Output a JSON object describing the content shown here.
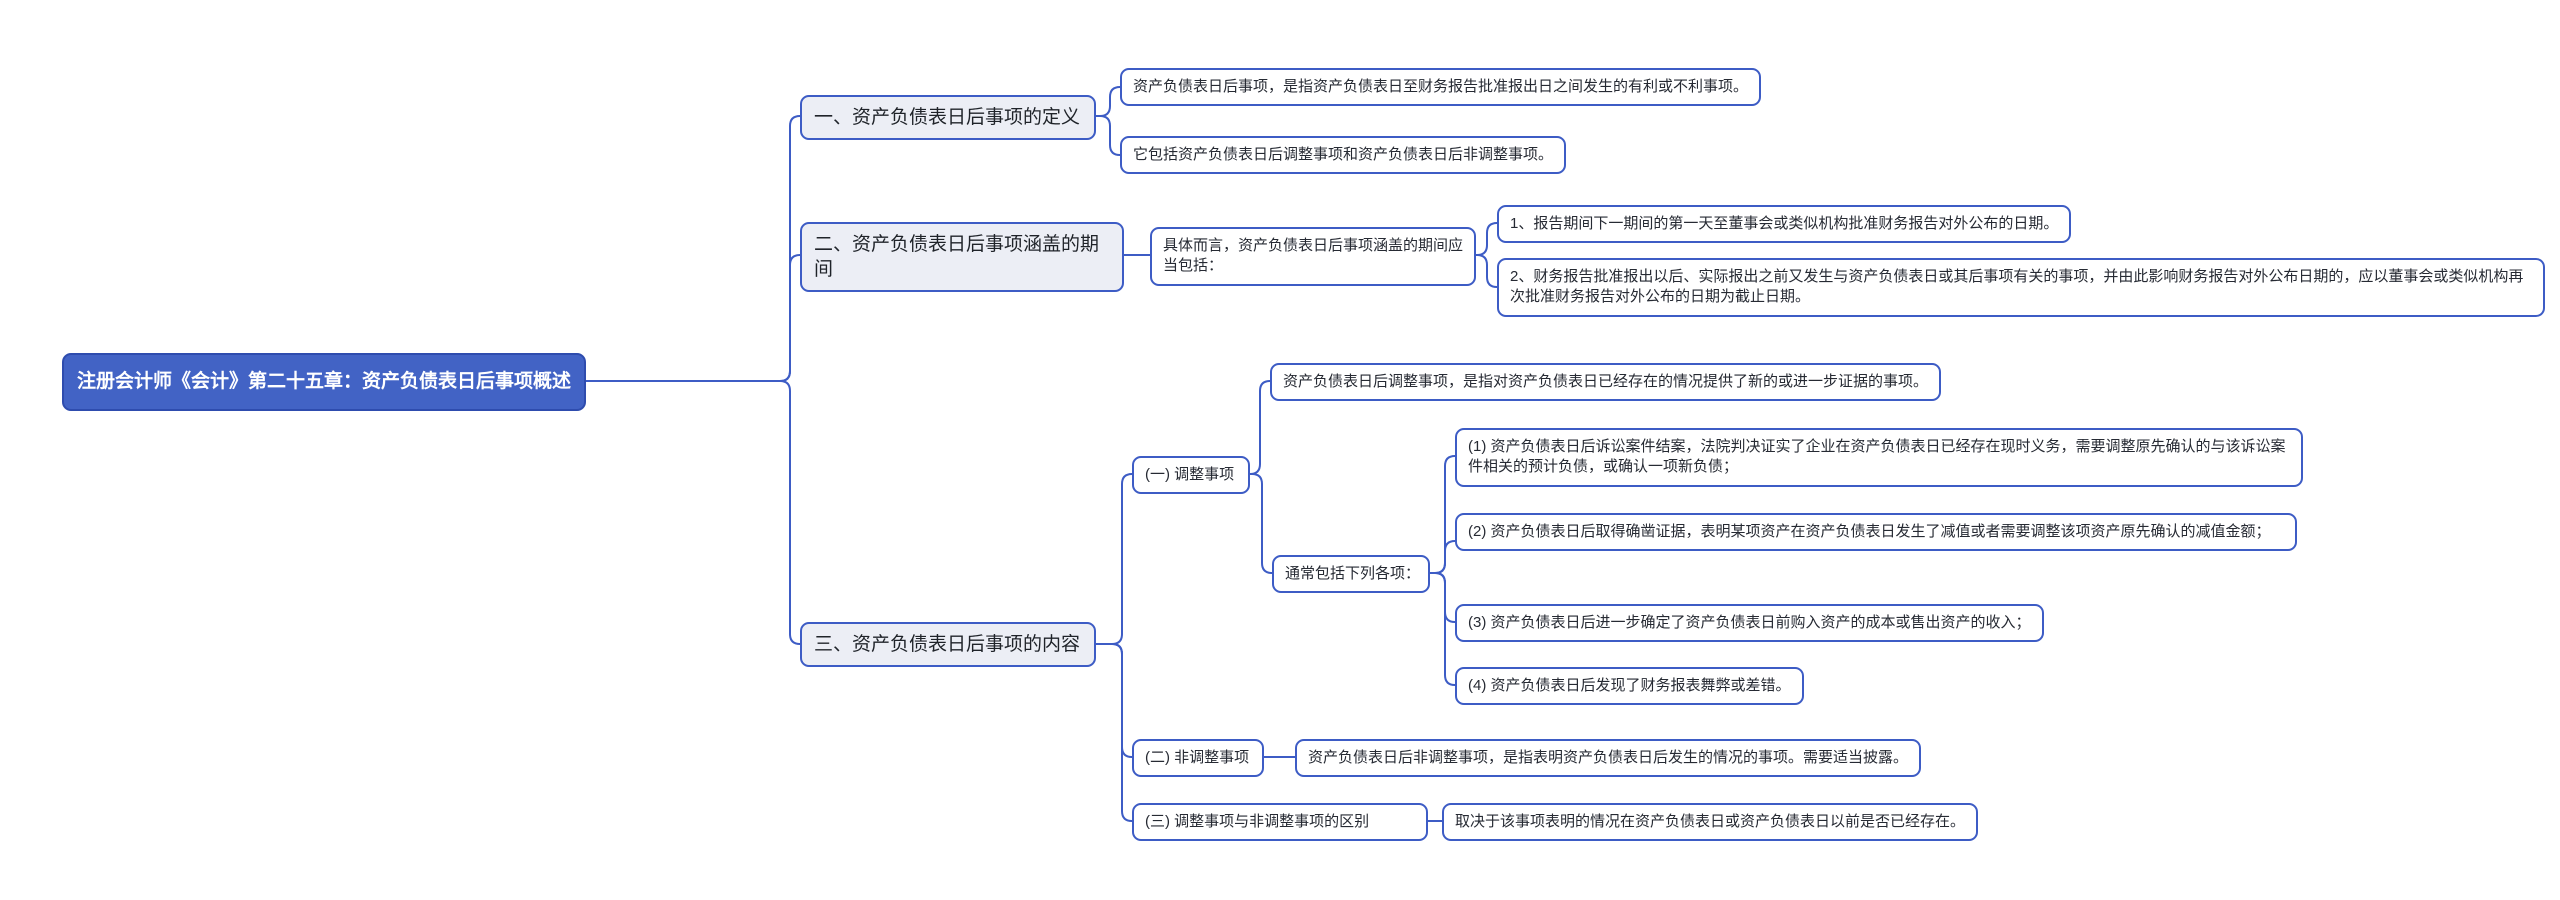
{
  "root": {
    "label": "注册会计师《会计》第二十五章：资产负债表日后事项概述"
  },
  "branches": {
    "b1": {
      "label": "一、资产负债表日后事项的定义",
      "items": {
        "def": "资产负债表日后事项，是指资产负债表日至财务报告批准报出日之间发生的有利或不利事项。",
        "types": "它包括资产负债表日后调整事项和资产负债表日后非调整事项。"
      }
    },
    "b2": {
      "label": "二、资产负债表日后事项涵盖的期间",
      "intro": "具体而言，资产负债表日后事项涵盖的期间应当包括：",
      "items": {
        "p1": "1、报告期间下一期间的第一天至董事会或类似机构批准财务报告对外公布的日期。",
        "p2": "2、财务报告批准报出以后、实际报出之前又发生与资产负债表日或其后事项有关的事项，并由此影响财务报告对外公布日期的，应以董事会或类似机构再次批准财务报告对外公布的日期为截止日期。"
      }
    },
    "b3": {
      "label": "三、资产负债表日后事项的内容",
      "adjusting": {
        "label": "(一) 调整事项",
        "definition": "资产负债表日后调整事项，是指对资产负债表日已经存在的情况提供了新的或进一步证据的事项。",
        "usually": "通常包括下列各项：",
        "examples": {
          "e1": "(1) 资产负债表日后诉讼案件结案，法院判决证实了企业在资产负债表日已经存在现时义务，需要调整原先确认的与该诉讼案件相关的预计负债，或确认一项新负债；",
          "e2": "(2) 资产负债表日后取得确凿证据，表明某项资产在资产负债表日发生了减值或者需要调整该项资产原先确认的减值金额；",
          "e3": "(3) 资产负债表日后进一步确定了资产负债表日前购入资产的成本或售出资产的收入；",
          "e4": "(4) 资产负债表日后发现了财务报表舞弊或差错。"
        }
      },
      "non_adjusting": {
        "label": "(二) 非调整事项",
        "definition": "资产负债表日后非调整事项，是指表明资产负债表日后发生的情况的事项。需要适当披露。"
      },
      "difference": {
        "label": "(三) 调整事项与非调整事项的区别",
        "definition": "取决于该事项表明的情况在资产负债表日或资产负债表日以前是否已经存在。"
      }
    }
  },
  "colors": {
    "accent": "#3d5cc5",
    "root_fill": "#4263c5",
    "root_border": "#2e4cae",
    "branch_fill": "#eceef5"
  }
}
